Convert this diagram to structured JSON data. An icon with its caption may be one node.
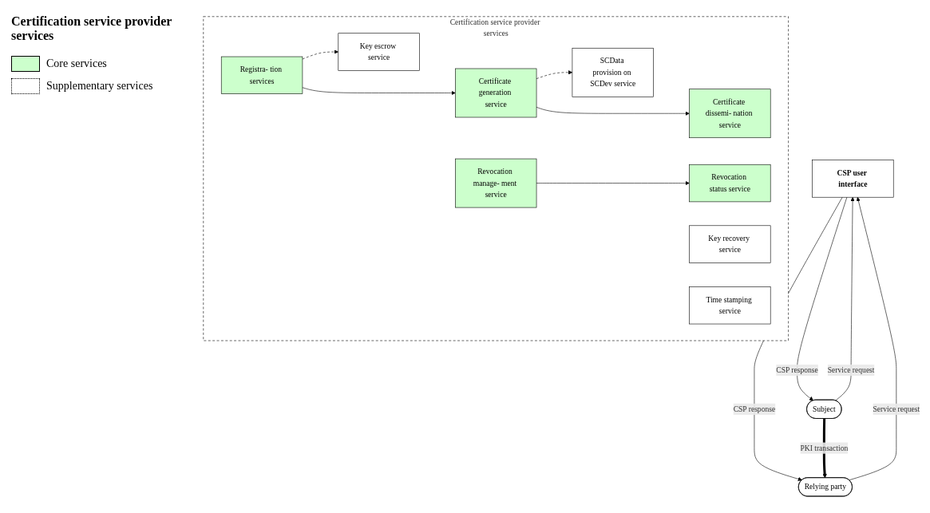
{
  "diagram": {
    "title": "Certification service provider services",
    "nodes": [
      {
        "text": [
          "Certification service provider services"
        ]
      },
      {
        "text": [
          "Registra- tion services"
        ],
        "in": 0
      },
      {
        "text": [
          "Certificate generation service"
        ],
        "in": 0
      },
      {
        "text": [
          "Certificate dissemi- nation service"
        ],
        "in": 0
      },
      {
        "text": [
          "Revocation manage- ment service"
        ],
        "in": 0
      },
      {
        "text": [
          "Revocation status service"
        ],
        "in": 0
      },
      {
        "text": [
          "Key escrow service"
        ],
        "in": 0
      },
      {
        "text": [
          "Key recovery service"
        ],
        "in": 0
      },
      {
        "text": [
          "SCData provision on SCDev service"
        ],
        "in": 0
      },
      {
        "text": [
          "Time stamping service"
        ],
        "in": 0
      },
      {
        "text": [
          "CSP user interface"
        ]
      },
      {
        "text": [
          "Subject"
        ]
      },
      {
        "text": [
          "Relying party"
        ]
      }
    ],
    "edges": [
      {
        "from": 1,
        "to": 2,
        "arrow": "to"
      },
      {
        "from": 2,
        "to": 3,
        "arrow": "to"
      },
      {
        "from": 4,
        "to": 5,
        "arrow": "to"
      },
      {
        "from": 1,
        "to": 6,
        "arrow": "to",
        "style": "dashed"
      },
      {
        "from": 2,
        "to": 8,
        "arrow": "to",
        "style": "dashed"
      },
      {
        "from": 11,
        "to": 10,
        "arrow": "to",
        "label": "Service request"
      },
      {
        "from": 10,
        "to": 11,
        "arrow": "to",
        "label": "CSP response"
      },
      {
        "from": 12,
        "to": 10,
        "arrow": "to",
        "label": "Service request"
      },
      {
        "from": 10,
        "to": 12,
        "arrow": "to",
        "label": "CSP response"
      },
      {
        "from": 11,
        "to": 12,
        "arrow": "to",
        "label": "PKI transaction",
        "style": "thick"
      }
    ],
    "legend": [
      {
        "text": "Core services",
        "color": "#ccffcc"
      },
      {
        "text": "Supplementary services"
      }
    ]
  }
}
